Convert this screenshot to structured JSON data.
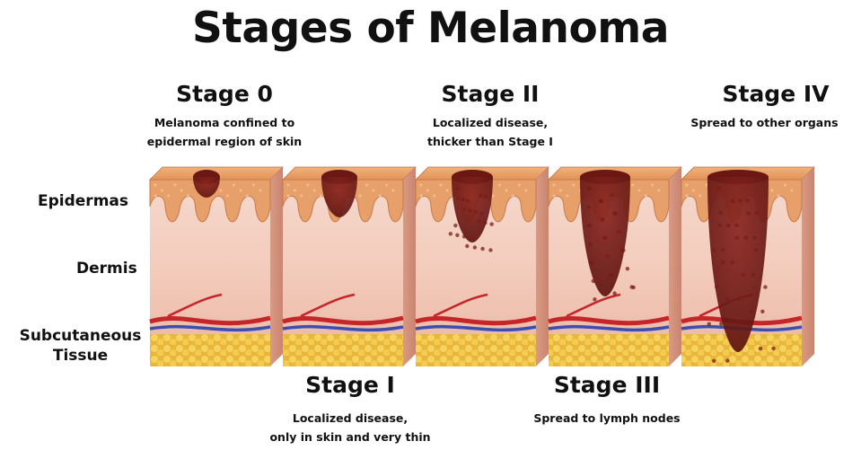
{
  "title": "Stages of Melanoma",
  "layers": {
    "epidermis": "Epidermas",
    "dermis": "Dermis",
    "subcutaneous_line1": "Subcutaneous",
    "subcutaneous_line2": "Tissue"
  },
  "stages": [
    {
      "name": "Stage 0",
      "desc_line1": "Melanoma confined to",
      "desc_line2": "epidermal region of skin",
      "depth": "epidermis"
    },
    {
      "name": "Stage I",
      "desc_line1": "Localized disease,",
      "desc_line2": "only in skin and very thin",
      "depth": "epidermis"
    },
    {
      "name": "Stage II",
      "desc_line1": "Localized disease,",
      "desc_line2": "thicker than Stage I",
      "depth": "upper dermis"
    },
    {
      "name": "Stage III",
      "desc_line1": "Spread to lymph nodes",
      "desc_line2": "",
      "depth": "dermis"
    },
    {
      "name": "Stage IV",
      "desc_line1": "Spread to other organs",
      "desc_line2": "",
      "depth": "subcutaneous tissue"
    }
  ],
  "colors": {
    "epidermis": "#e8a06a",
    "dermis": "#f3cfc0",
    "fat": "#f2c64a",
    "tumor": "#7a1c18",
    "artery": "#c4262a",
    "vein": "#3a4fb0"
  }
}
